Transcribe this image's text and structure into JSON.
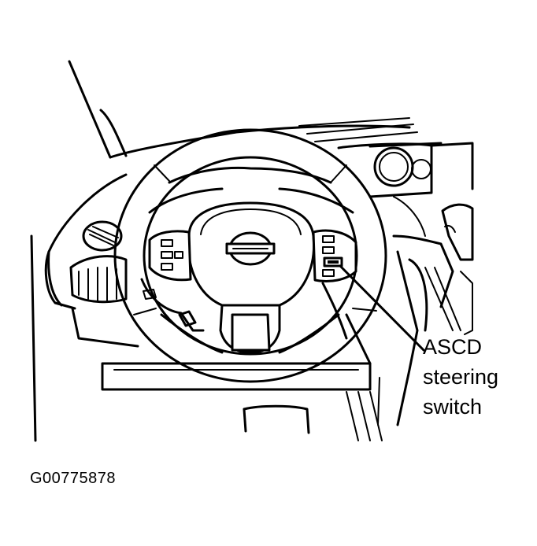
{
  "callout": {
    "line1": "ASCD",
    "line2": "steering",
    "line3": "switch"
  },
  "figure_id": "G00775878"
}
